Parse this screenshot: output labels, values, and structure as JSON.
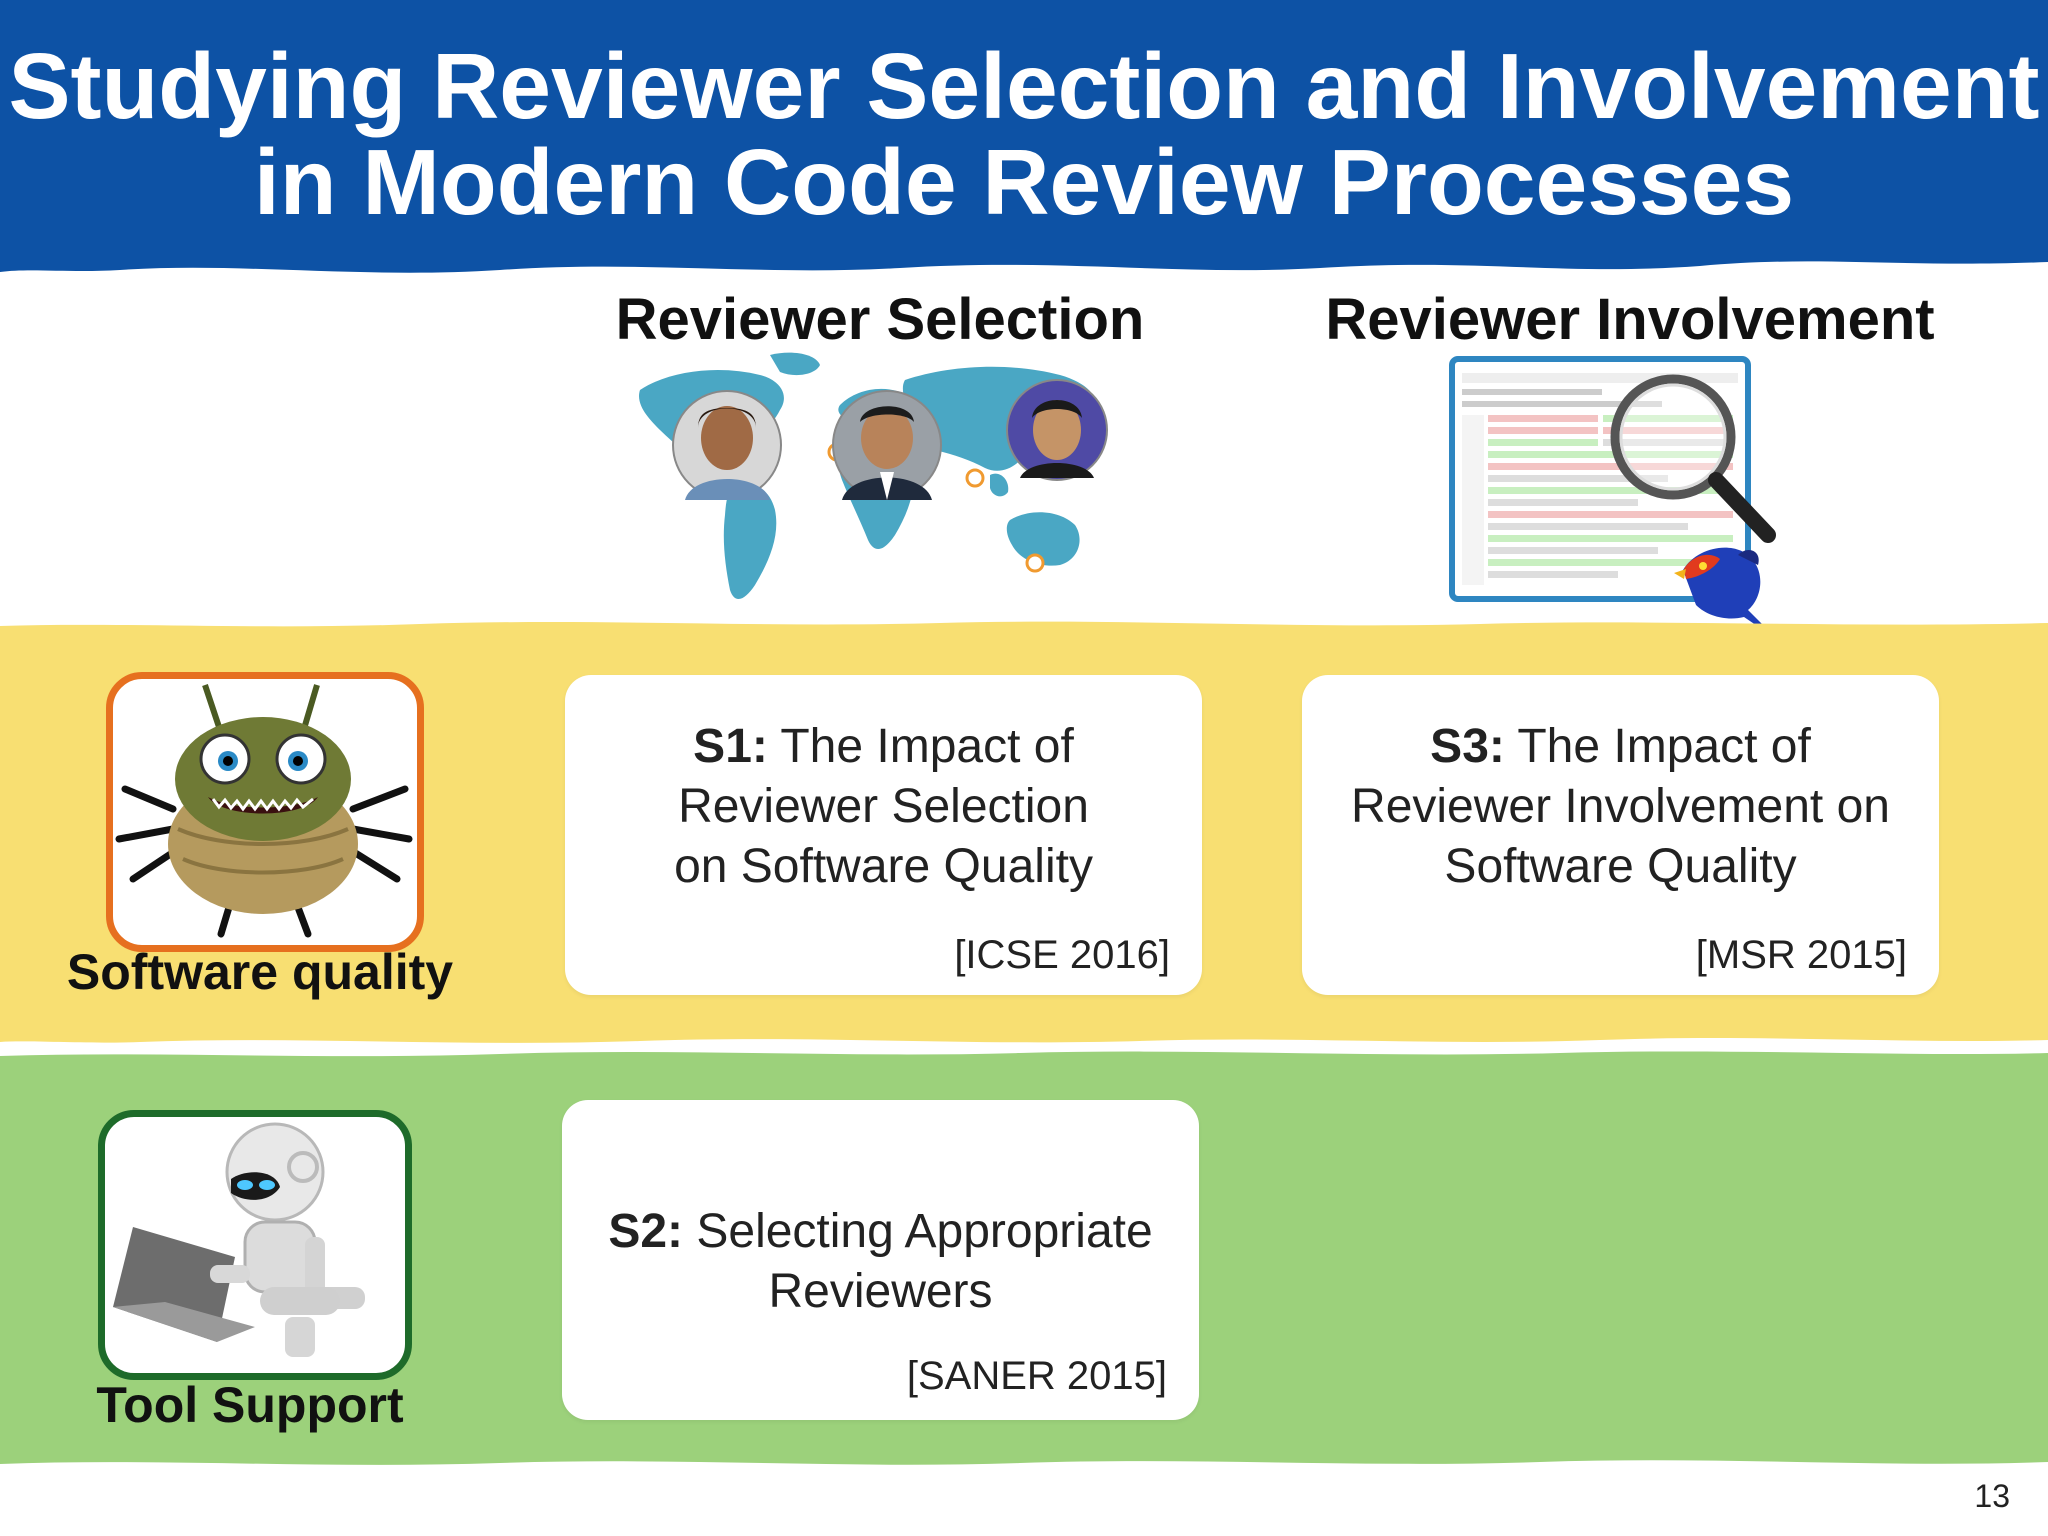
{
  "slide": {
    "title_line1": "Studying Reviewer Selection and Involvement",
    "title_line2": "in Modern Code Review Processes",
    "page_number": "13"
  },
  "columns": {
    "left_heading": "Reviewer Selection",
    "right_heading": "Reviewer Involvement"
  },
  "rows": {
    "quality_label": "Software quality",
    "tool_label": "Tool Support"
  },
  "studies": {
    "s1": {
      "id": "S1:",
      "line1": "The Impact of",
      "line2": "Reviewer Selection",
      "line3": "on Software Quality",
      "venue": "[ICSE 2016]"
    },
    "s2": {
      "id": "S2:",
      "line1": "Selecting Appropriate",
      "line2": "Reviewers",
      "venue": "[SANER 2015]"
    },
    "s3": {
      "id": "S3:",
      "line1": "The Impact of",
      "line2": "Reviewer Involvement on",
      "line3": "Software Quality",
      "venue": "[MSR 2015]"
    }
  },
  "colors": {
    "header_blue": "#0d52a5",
    "yellow_band": "#f8df72",
    "green_band": "#9cd17b",
    "orange_border": "#e6701f",
    "green_border": "#1e6b2a",
    "map_teal": "#4aa7c4",
    "orange_dot": "#f09a30"
  },
  "icons": {
    "bug": "bug-mascot-icon",
    "robot": "robot-laptop-icon",
    "map": "world-map-icon",
    "magnifier": "magnifying-glass-icon",
    "bird": "bird-mascot-icon"
  }
}
